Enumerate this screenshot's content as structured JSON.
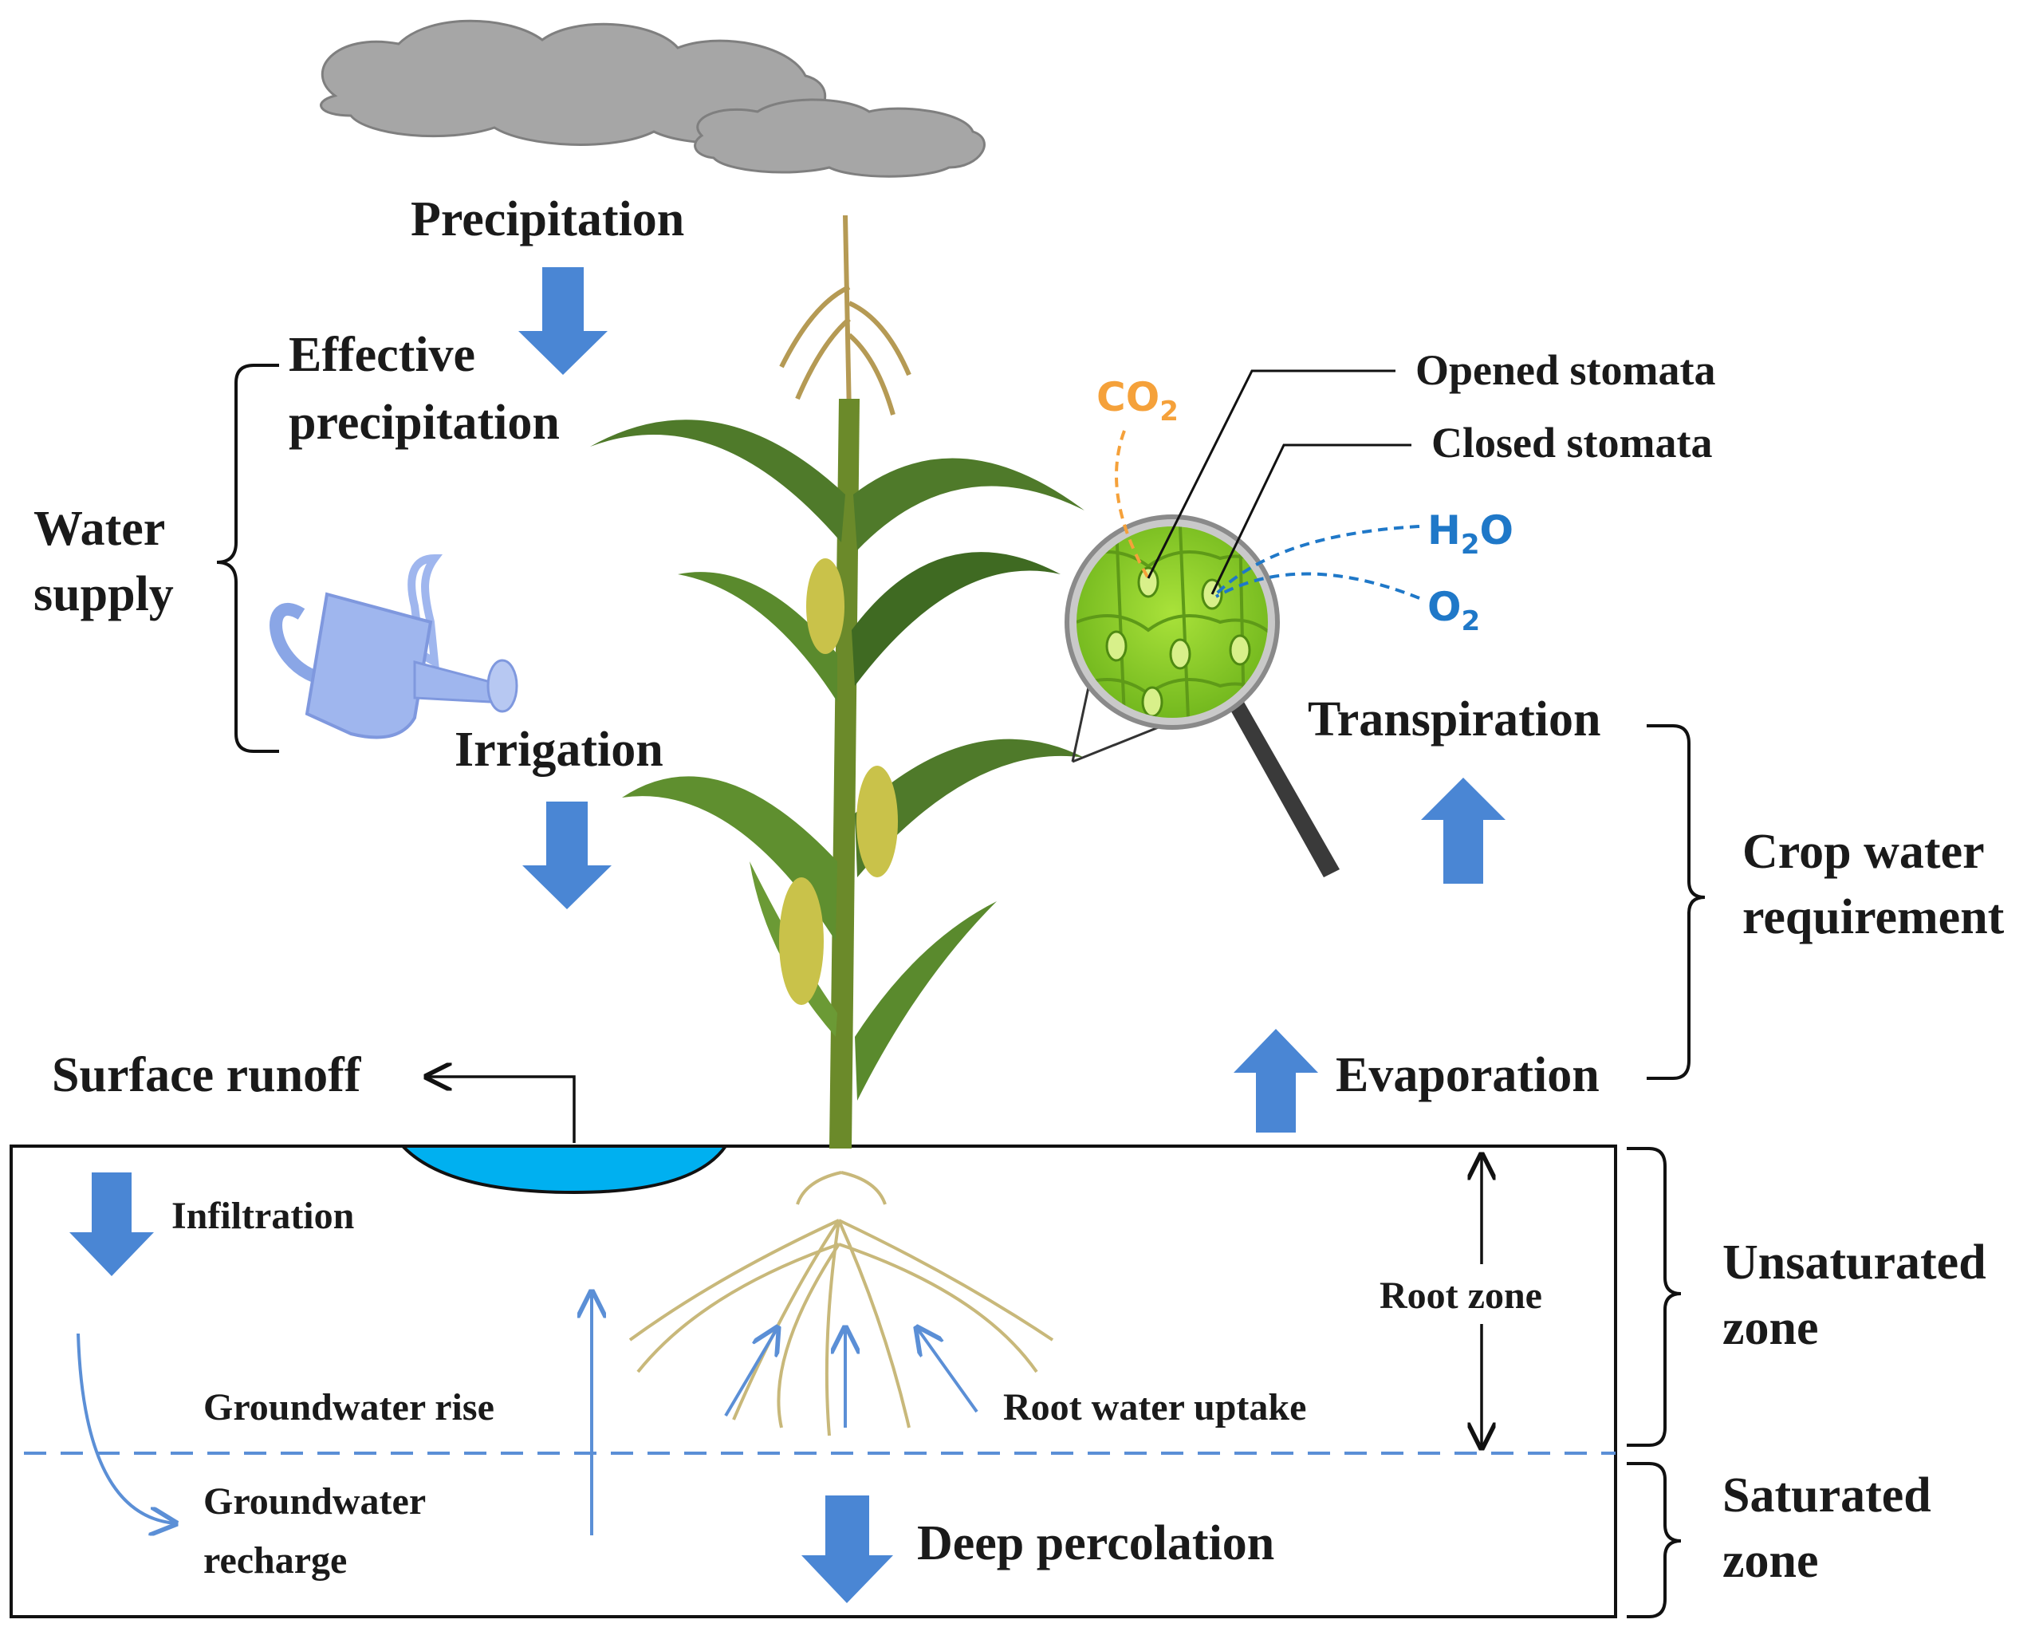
{
  "labels": {
    "precipitation": "Precipitation",
    "effective_1": "Effective",
    "effective_2": "precipitation",
    "water_1": "Water",
    "water_2": "supply",
    "irrigation": "Irrigation",
    "surface_runoff": "Surface runoff",
    "infiltration": "Infiltration",
    "groundwater_rise": "Groundwater  rise",
    "groundwater_recharge_1": "Groundwater",
    "groundwater_recharge_2": "recharge",
    "deep_percolation": "Deep percolation",
    "root_water_uptake": "Root water uptake",
    "root_zone": "Root zone",
    "unsaturated_1": "Unsaturated",
    "unsaturated_2": "zone",
    "saturated_1": "Saturated",
    "saturated_2": "zone",
    "evaporation": "Evaporation",
    "transpiration": "Transpiration",
    "crop_1": "Crop water",
    "crop_2": "requirement",
    "opened_stomata": "Opened stomata",
    "closed_stomata": "Closed stomata",
    "co2_base": "CO",
    "co2_sub": "2",
    "h2o_a": "H",
    "h2o_sub": "2",
    "h2o_b": "O",
    "o2_base": "O",
    "o2_sub": "2"
  },
  "colors": {
    "flow_arrow": "#4a86d4",
    "thin_arrow": "#5b8fd6",
    "pond": "#00b0f0",
    "water_table": "#5b8fd6",
    "co2": "#f5a13a",
    "h2o_o2": "#1f78c8",
    "cloud": "#a6a6a6",
    "watering_can": "#9fb6ee",
    "leaf_cell": "#8fd12a",
    "stem": "#6b8a2a"
  },
  "icons": {
    "cloud": "cloud-icon",
    "watering_can": "watering-can-icon",
    "magnifier": "magnifier-icon",
    "plant": "maize-plant-icon"
  }
}
